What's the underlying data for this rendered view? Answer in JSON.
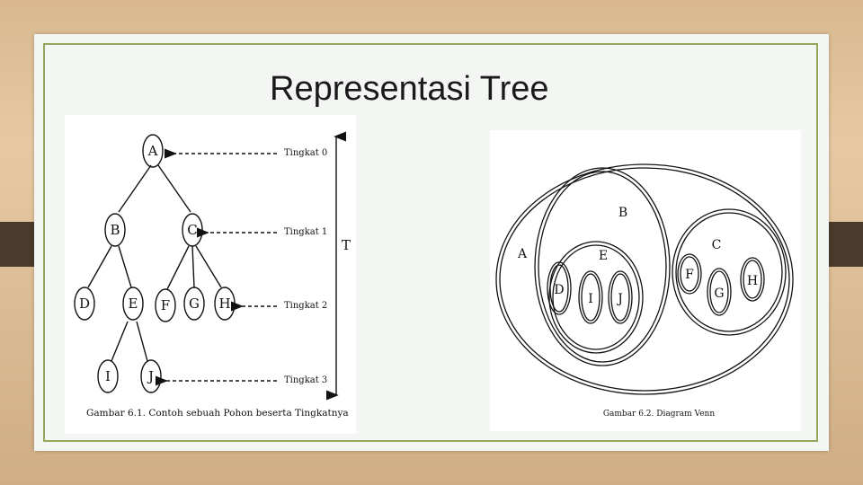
{
  "slide": {
    "title": "Representasi Tree"
  },
  "tree_figure": {
    "nodes": [
      "A",
      "B",
      "C",
      "D",
      "E",
      "F",
      "G",
      "H",
      "I",
      "J"
    ],
    "levels": [
      "Tingkat 0",
      "Tingkat 1",
      "Tingkat 2",
      "Tingkat 3"
    ],
    "height_label": "T",
    "caption": "Gambar 6.1. Contoh sebuah Pohon beserta Tingkatnya"
  },
  "venn_figure": {
    "labels": {
      "a": "A",
      "b": "B",
      "c": "C",
      "e": "E",
      "d": "D",
      "i": "I",
      "j": "J",
      "f": "F",
      "g": "G",
      "h": "H"
    },
    "caption": "Gambar 6.2. Diagram Venn"
  }
}
